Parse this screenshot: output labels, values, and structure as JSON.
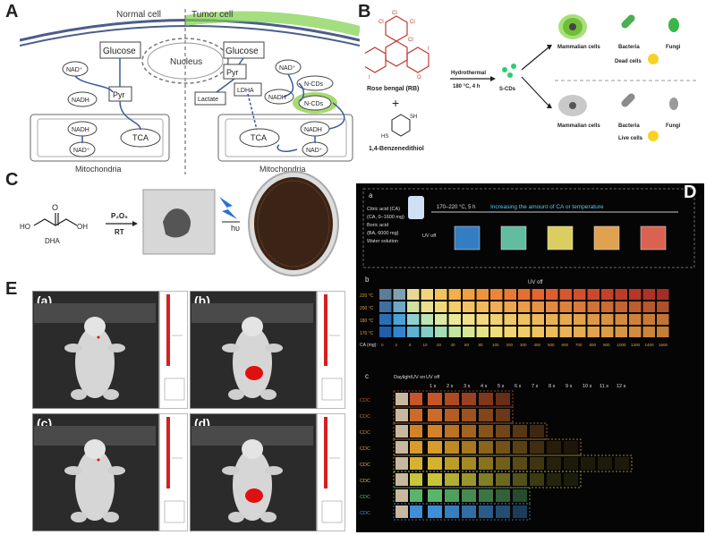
{
  "panel_letters": {
    "a": "A",
    "b": "B",
    "c": "C",
    "d": "D",
    "e": "E"
  },
  "panel_a": {
    "normal_cell": "Normal cell",
    "tumor_cell": "Tumor cell",
    "nucleus": "Nucleus",
    "glucose_left": "Glucose",
    "glucose_right": "Glucose",
    "pyr_left": "Pyr",
    "pyr_right": "Pyr",
    "nad_plus": "NAD⁺",
    "nadh": "NADH",
    "ldha": "LDHA",
    "lactate": "Lactate",
    "n_cds": "N-CDs",
    "tca": "TCA",
    "mitochondria": "Mitochondria"
  },
  "panel_b": {
    "rose_bengal": "Rose bengal (RB)",
    "benzenedithiol": "1,4-Benzenedithiol",
    "plus": "+",
    "hydrothermal": "Hydrothermal",
    "condition": "180 °C, 4 h",
    "product": "S-CDs",
    "mammalian": "Mammalian cells",
    "bacteria": "Bacteria",
    "fungi": "Fungi",
    "dead": "Dead cells",
    "live": "Live cells"
  },
  "panel_c": {
    "dha": "DHA",
    "reagent": "P₂O₅",
    "rt": "RT",
    "hv": "hυ"
  },
  "panel_d": {
    "sub_a": "a",
    "sub_b": "b",
    "sub_c": "c",
    "reagents": [
      "Citric acid (CA)",
      "(CA, 0–1600 mg)",
      "Boric acid",
      "(BA, 6000 mg)",
      "Water solution"
    ],
    "conditions": "170–220 °C, 5 h",
    "increasing": "Increasing the amount of CA or temperature",
    "uv_off_top": "UV off",
    "uv_off_b": "UV off",
    "temps": [
      "220 °C",
      "200 °C",
      "180 °C",
      "170 °C"
    ],
    "ca_label": "CA (mg):",
    "ca_values": [
      "0",
      "2",
      "6",
      "10",
      "20",
      "40",
      "60",
      "80",
      "100",
      "200",
      "300",
      "400",
      "500",
      "600",
      "700",
      "800",
      "900",
      "1000",
      "1200",
      "1400",
      "1600"
    ],
    "c_headers": [
      "Daylight",
      "UV on",
      "UV off"
    ],
    "c_times": [
      "1 s",
      "2 s",
      "3 s",
      "4 s",
      "5 s",
      "6 s",
      "7 s",
      "8 s",
      "9 s",
      "10 s",
      "11 s",
      "12 s"
    ],
    "c_rows": [
      "CDC",
      "CDC",
      "CDC",
      "CDC",
      "CDC",
      "CDC",
      "CDC",
      "CDC"
    ]
  },
  "panel_e": {
    "subs": [
      "(a)",
      "(b)",
      "(c)",
      "(d)"
    ]
  }
}
